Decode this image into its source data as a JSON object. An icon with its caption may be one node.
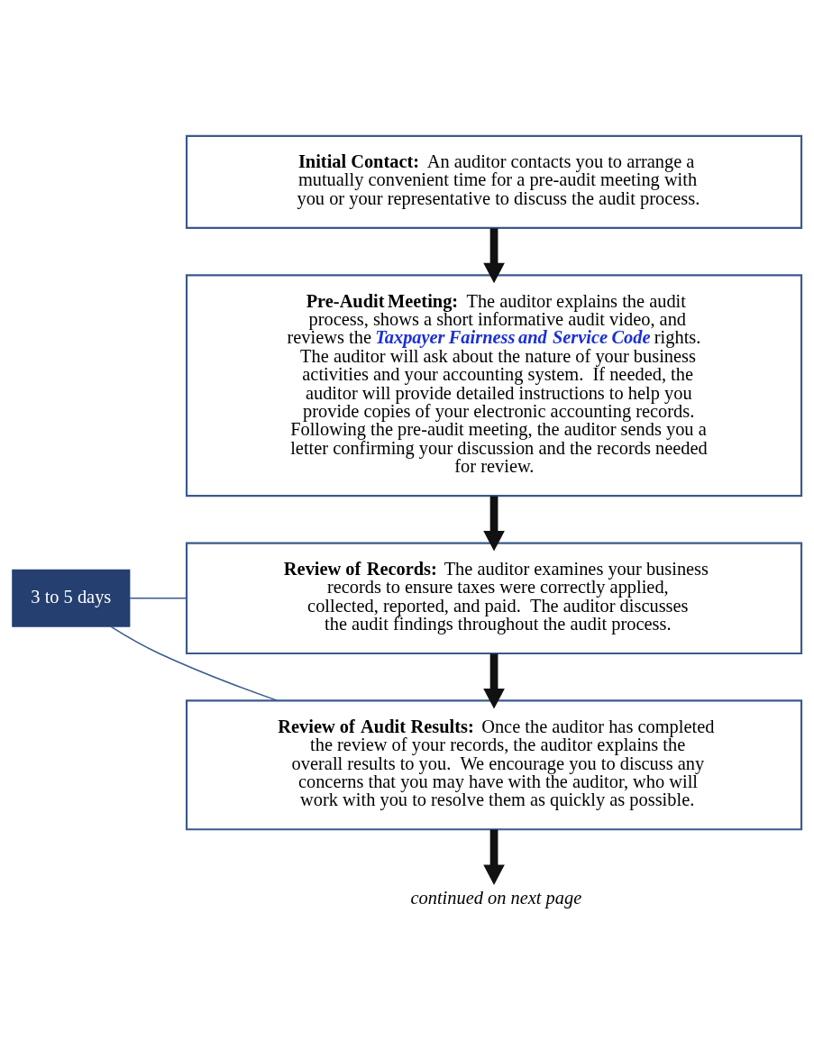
{
  "diagram": {
    "nodes": [
      {
        "text": [
          "**Initial Contact:**  An auditor contacts you to arrange a mutually convenient time for a pre-audit meeting with you or your representative to discuss the audit process."
        ]
      },
      {
        "text": [
          "**Pre-Audit Meeting:**  The auditor explains the audit process, shows a short informative audit video, and reviews the *Taxpayer Fairness and Service Code* rights.  The auditor will ask about the nature of your business activities and your accounting system.  If needed, the auditor will provide detailed instructions to help you provide copies of your electronic accounting records.  Following the pre-audit meeting, the auditor sends you a letter confirming your discussion and the records needed for review."
        ]
      },
      {
        "text": [
          "**Review of Records:**  The auditor examines your business records to ensure taxes were correctly applied, collected, reported, and paid.  The auditor discusses the audit findings throughout the audit process."
        ]
      },
      {
        "text": [
          "**Review of Audit Results:**  Once the auditor has completed the review of your records, the auditor explains the overall results to you.  We encourage you to discuss any concerns that you may have with the auditor, who will work with you to resolve them as quickly as possible."
        ]
      },
      {
        "text": [
          "3 to 5 days"
        ]
      },
      {
        "text": [
          "continued on next page"
        ]
      }
    ],
    "edges": [
      {
        "from": 0,
        "to": 1,
        "arrow": "to"
      },
      {
        "from": 1,
        "to": 2,
        "arrow": "to"
      },
      {
        "from": 4,
        "to": 2,
        "arrow": "none",
        "color": "#3a5a8c"
      },
      {
        "from": 2,
        "to": 3,
        "arrow": "to"
      },
      {
        "from": 4,
        "to": 3,
        "arrow": "none",
        "color": "#3a5a8c"
      },
      {
        "from": 3,
        "to": 5,
        "arrow": "to"
      }
    ]
  }
}
